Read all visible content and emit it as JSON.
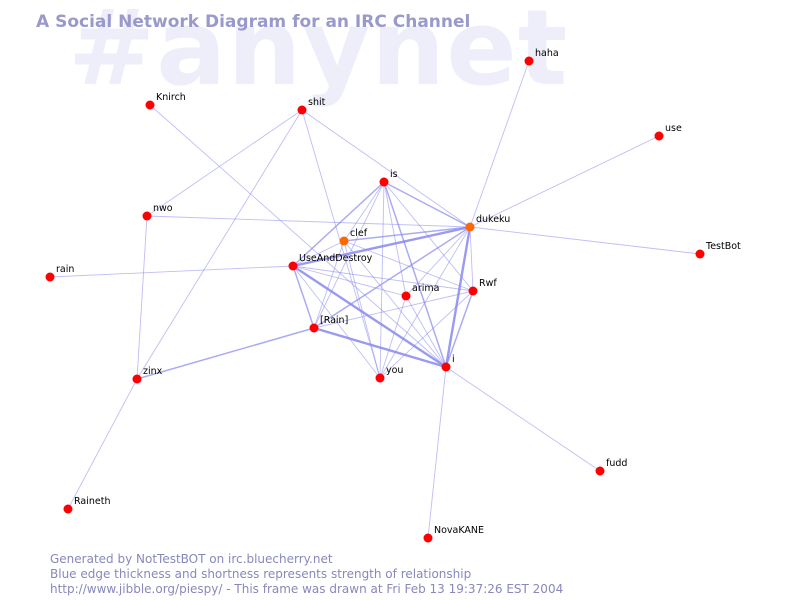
{
  "watermark": "#anynet",
  "title": "A Social Network Diagram for an IRC Channel",
  "footer": {
    "line1": "Generated by NotTestBOT on irc.bluecherry.net",
    "line2": "Blue edge thickness and shortness represents strength of relationship",
    "line3": "http://www.jibble.org/piespy/ - This frame was drawn at Fri Feb 13 19:37:26 EST 2004"
  },
  "colors": {
    "background": "#ffffff",
    "node": "#ff0000",
    "node_active": "#ff6600",
    "edge": "#8888ee",
    "text_header": "#9999cc",
    "watermark": "#eeeefb"
  },
  "nodes": [
    {
      "id": "haha",
      "label": "haha"
    },
    {
      "id": "use",
      "label": "use"
    },
    {
      "id": "Knirch",
      "label": "Knirch"
    },
    {
      "id": "shit",
      "label": "shit"
    },
    {
      "id": "is",
      "label": "is"
    },
    {
      "id": "dukeku",
      "label": "dukeku",
      "active": true
    },
    {
      "id": "TestBot",
      "label": "TestBot"
    },
    {
      "id": "nwo",
      "label": "nwo"
    },
    {
      "id": "clef",
      "label": "clef",
      "active": true
    },
    {
      "id": "UseAndDestroy",
      "label": "UseAndDestroy"
    },
    {
      "id": "rain",
      "label": "rain"
    },
    {
      "id": "arima",
      "label": "arima"
    },
    {
      "id": "Rwf",
      "label": "Rwf"
    },
    {
      "id": "Rain",
      "label": "[Rain]"
    },
    {
      "id": "i",
      "label": "i"
    },
    {
      "id": "you",
      "label": "you"
    },
    {
      "id": "zinx",
      "label": "zinx"
    },
    {
      "id": "fudd",
      "label": "fudd"
    },
    {
      "id": "Raineth",
      "label": "Raineth"
    },
    {
      "id": "NovaKANE",
      "label": "NovaKANE"
    }
  ],
  "edges": [
    {
      "source": "haha",
      "target": "dukeku",
      "weight": 1
    },
    {
      "source": "use",
      "target": "dukeku",
      "weight": 1
    },
    {
      "source": "Knirch",
      "target": "i",
      "weight": 1
    },
    {
      "source": "shit",
      "target": "nwo",
      "weight": 1
    },
    {
      "source": "shit",
      "target": "you",
      "weight": 1
    },
    {
      "source": "shit",
      "target": "dukeku",
      "weight": 1
    },
    {
      "source": "shit",
      "target": "zinx",
      "weight": 1
    },
    {
      "source": "is",
      "target": "dukeku",
      "weight": 2
    },
    {
      "source": "is",
      "target": "UseAndDestroy",
      "weight": 2
    },
    {
      "source": "is",
      "target": "i",
      "weight": 2
    },
    {
      "source": "is",
      "target": "clef",
      "weight": 1
    },
    {
      "source": "is",
      "target": "Rwf",
      "weight": 1
    },
    {
      "source": "is",
      "target": "arima",
      "weight": 1
    },
    {
      "source": "is",
      "target": "Rain",
      "weight": 1
    },
    {
      "source": "is",
      "target": "you",
      "weight": 1
    },
    {
      "source": "dukeku",
      "target": "UseAndDestroy",
      "weight": 3
    },
    {
      "source": "dukeku",
      "target": "i",
      "weight": 3
    },
    {
      "source": "dukeku",
      "target": "clef",
      "weight": 2
    },
    {
      "source": "dukeku",
      "target": "Rwf",
      "weight": 1
    },
    {
      "source": "dukeku",
      "target": "arima",
      "weight": 1
    },
    {
      "source": "dukeku",
      "target": "Rain",
      "weight": 2
    },
    {
      "source": "dukeku",
      "target": "you",
      "weight": 1
    },
    {
      "source": "dukeku",
      "target": "TestBot",
      "weight": 1
    },
    {
      "source": "dukeku",
      "target": "nwo",
      "weight": 1
    },
    {
      "source": "UseAndDestroy",
      "target": "i",
      "weight": 3
    },
    {
      "source": "UseAndDestroy",
      "target": "Rain",
      "weight": 2
    },
    {
      "source": "UseAndDestroy",
      "target": "you",
      "weight": 1
    },
    {
      "source": "UseAndDestroy",
      "target": "Rwf",
      "weight": 1
    },
    {
      "source": "UseAndDestroy",
      "target": "arima",
      "weight": 1
    },
    {
      "source": "UseAndDestroy",
      "target": "clef",
      "weight": 1
    },
    {
      "source": "UseAndDestroy",
      "target": "rain",
      "weight": 1
    },
    {
      "source": "i",
      "target": "Rain",
      "weight": 3
    },
    {
      "source": "i",
      "target": "Rwf",
      "weight": 2
    },
    {
      "source": "i",
      "target": "clef",
      "weight": 1
    },
    {
      "source": "i",
      "target": "arima",
      "weight": 1
    },
    {
      "source": "i",
      "target": "fudd",
      "weight": 1
    },
    {
      "source": "i",
      "target": "NovaKANE",
      "weight": 1
    },
    {
      "source": "clef",
      "target": "Rwf",
      "weight": 1
    },
    {
      "source": "clef",
      "target": "you",
      "weight": 1
    },
    {
      "source": "clef",
      "target": "Rain",
      "weight": 1
    },
    {
      "source": "Rain",
      "target": "zinx",
      "weight": 2
    },
    {
      "source": "Rain",
      "target": "Rwf",
      "weight": 1
    },
    {
      "source": "Rwf",
      "target": "you",
      "weight": 1
    },
    {
      "source": "arima",
      "target": "you",
      "weight": 1
    },
    {
      "source": "zinx",
      "target": "Raineth",
      "weight": 1
    },
    {
      "source": "zinx",
      "target": "nwo",
      "weight": 1
    }
  ]
}
